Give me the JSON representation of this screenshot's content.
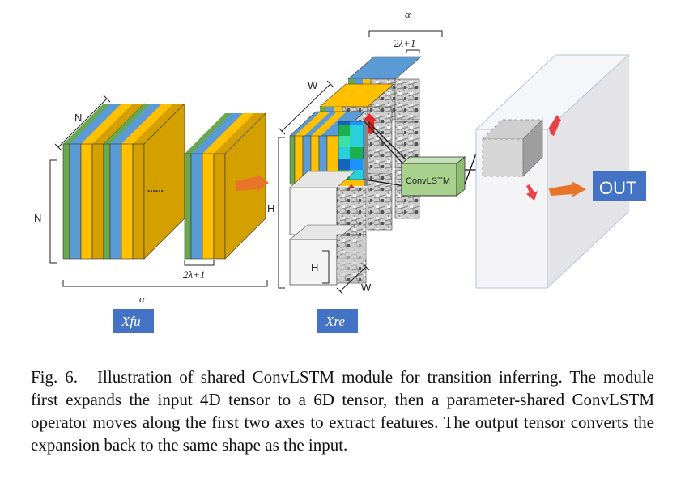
{
  "figure": {
    "left_dims": {
      "n_top": "N",
      "n_side": "N",
      "alpha": "α",
      "width": "2λ+1",
      "dots": "......"
    },
    "middle_dims": {
      "w_top": "W",
      "h_side": "H",
      "h_inner": "H",
      "w_inner": "W"
    },
    "top_dims": {
      "alpha": "α",
      "width": "2λ+1"
    },
    "module_label": "ConvLSTM",
    "output_label": "OUT",
    "badge_left": "Xfu",
    "badge_right": "Xre"
  },
  "caption": {
    "fig_number": "Fig. 6.",
    "text": "Illustration of shared ConvLSTM module for transition inferring. The module first expands the input 4D tensor to a 6D tensor, then a parameter-shared ConvLSTM operator moves along the first two axes to extract features. The output tensor converts the expansion back to the same shape as the input."
  },
  "colors": {
    "green": "#6aa84f",
    "blue": "#5b9bd5",
    "yellow": "#ffc000",
    "gold": "#d4a000",
    "badge": "#4472c4",
    "arrow": "#e8742a",
    "lstm": "#a9d18e",
    "red": "#e8262a"
  }
}
